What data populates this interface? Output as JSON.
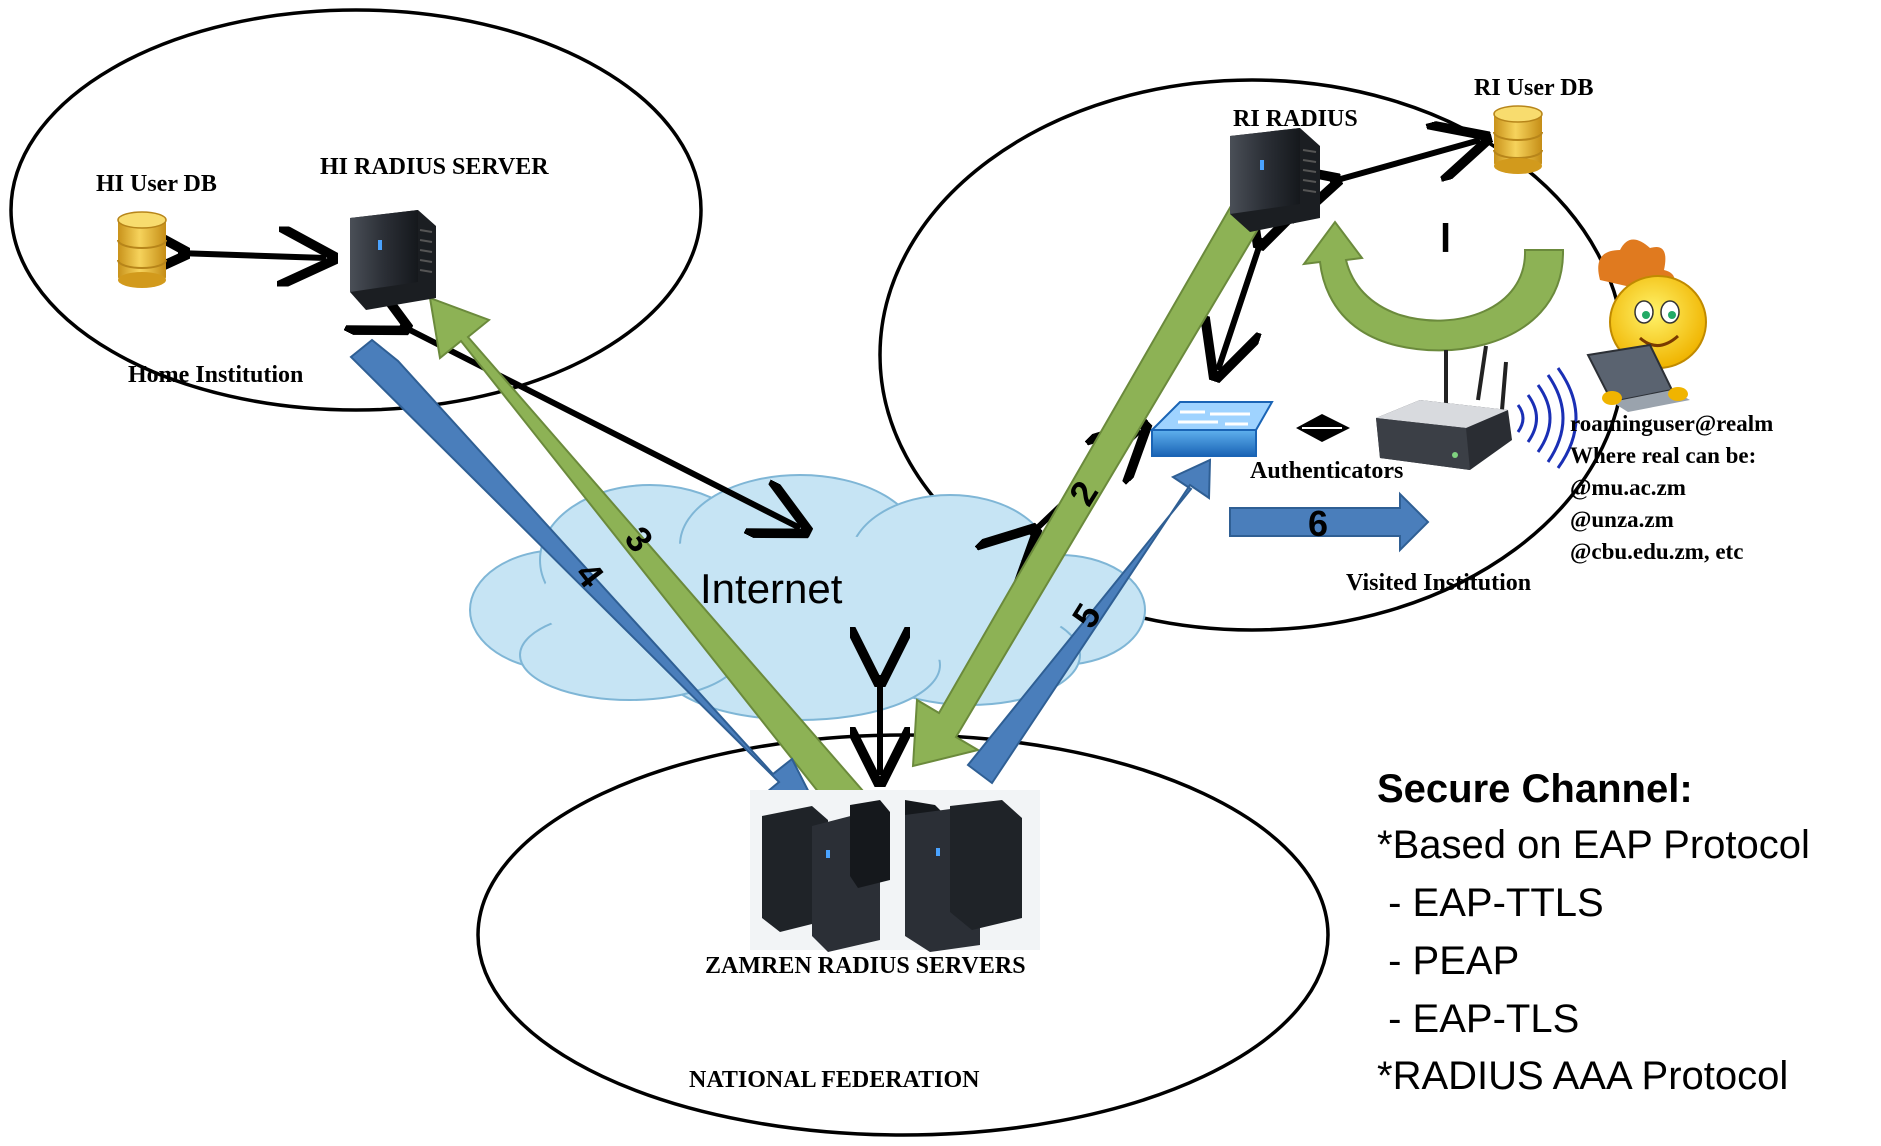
{
  "regions": {
    "home": "Home Institution",
    "visited": "Visited Institution",
    "federation": "NATIONAL FEDERATION",
    "internet": "Internet"
  },
  "nodes": {
    "hi_user_db": "HI User DB",
    "hi_radius_server": "HI RADIUS SERVER",
    "ri_radius": "RI RADIUS",
    "ri_user_db": "RI User DB",
    "authenticators": "Authenticators",
    "zamren_servers": "ZAMREN RADIUS SERVERS"
  },
  "roaming_user": {
    "lines": [
      "roaminguser@realm",
      "Where real can be:",
      "@mu.ac.zm",
      "@unza.zm",
      "@cbu.edu.zm, etc"
    ]
  },
  "steps": [
    "l",
    "2",
    "3",
    "4",
    "5",
    "6"
  ],
  "secure_channel": {
    "title": "Secure Channel:",
    "items": [
      "*Based on EAP Protocol",
      " - EAP-TTLS",
      " - PEAP",
      " - EAP-TLS",
      "*RADIUS AAA Protocol"
    ]
  },
  "colors": {
    "green_arrow": "#8db255",
    "blue_arrow": "#4a7ebb",
    "cloud": "#c6e4f4",
    "database": "#e8b92e",
    "server": "#2b2f36"
  },
  "icons": [
    "database-icon",
    "server-icon",
    "cloud-icon",
    "switch-icon",
    "router-icon",
    "user-smiley-icon",
    "wifi-icon",
    "laptop-icon"
  ]
}
